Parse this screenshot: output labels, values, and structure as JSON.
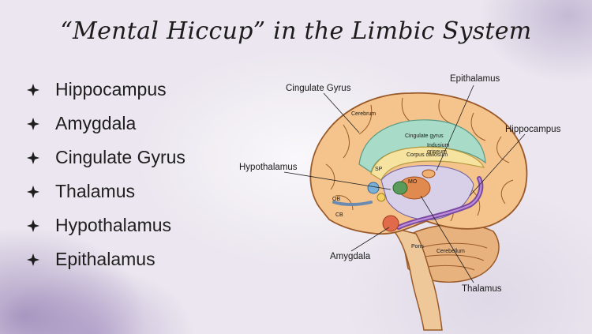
{
  "slide": {
    "title": "“Mental Hiccup” in the Limbic System",
    "bullets": [
      "Hippocampus",
      "Amygdala",
      "Cingulate Gyrus",
      "Thalamus",
      "Hypothalamus",
      "Epithalamus"
    ]
  },
  "diagram": {
    "callouts": {
      "cingulate_gyrus": "Cingulate Gyrus",
      "epithalamus": "Epithalamus",
      "hippocampus": "Hippocampus",
      "hypothalamus": "Hypothalamus",
      "amygdala": "Amygdala",
      "thalamus": "Thalamus"
    },
    "inner_labels": {
      "cerebrum": "Cerebrum",
      "cingulate_gyrus": "Cingulate gyrus",
      "corpus_callosum": "Corpus callosum",
      "indusium_griseum_1": "Indusium",
      "indusium_griseum_2": "griseum",
      "pons": "Pons",
      "cerebellum": "Cerebellum",
      "sp": "SP",
      "mo": "MO",
      "ob": "OB",
      "cb": "CB"
    }
  },
  "colors": {
    "brain_fill": "#f4c48c",
    "brain_stroke": "#9a5a2a",
    "cingulate": "#a8dcc8",
    "corpus": "#f6e3a0",
    "hippo": "#7a4aa0",
    "amygdala": "#e06a4a"
  }
}
